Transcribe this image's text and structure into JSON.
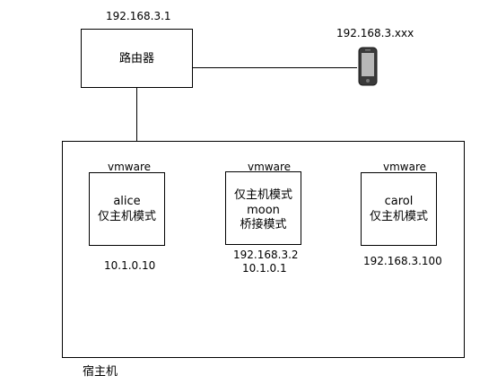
{
  "diagram": {
    "router": {
      "ip": "192.168.3.1",
      "label": "路由器"
    },
    "phone": {
      "ip": "192.168.3.xxx",
      "icon": "mobile-phone-icon"
    },
    "host": {
      "label": "宿主机"
    },
    "vms": [
      {
        "header": "vmware",
        "lines": [
          "alice",
          "仅主机模式"
        ],
        "footer": [
          "10.1.0.10"
        ]
      },
      {
        "header": "vmware",
        "lines": [
          "仅主机模式",
          "moon",
          "桥接模式"
        ],
        "footer": [
          "192.168.3.2",
          "10.1.0.1"
        ]
      },
      {
        "header": "vmware",
        "lines": [
          "carol",
          "仅主机模式"
        ],
        "footer": [
          "192.168.3.100"
        ]
      }
    ]
  }
}
